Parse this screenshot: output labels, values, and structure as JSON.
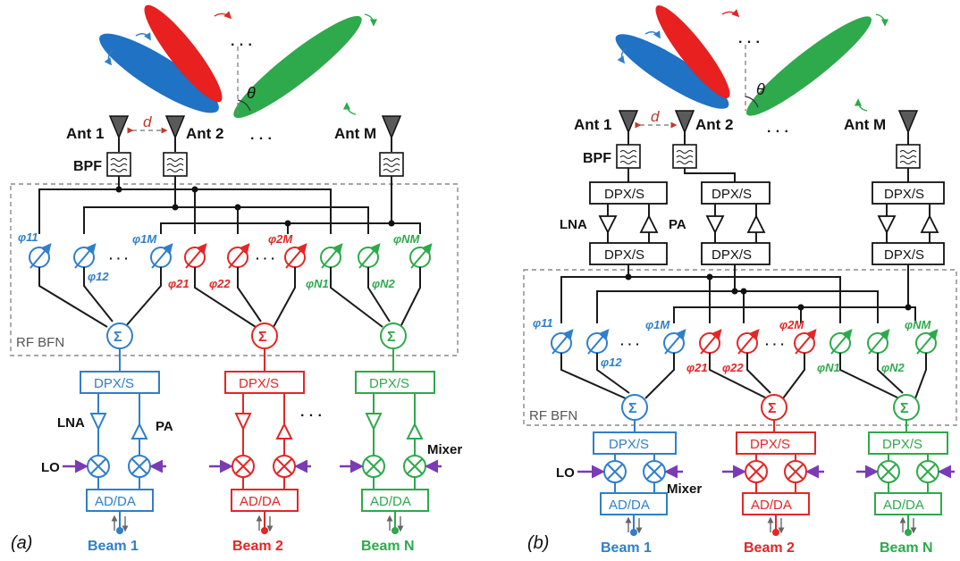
{
  "colors": {
    "blue": "#2f7fc9",
    "red": "#e32626",
    "green": "#2ea94c",
    "purple": "#7b3bb5",
    "wire": "#1a1a1a",
    "box_dash": "#888888",
    "antenna": "#555555"
  },
  "panels": [
    {
      "id": "a",
      "caption": "(a)",
      "antennas": {
        "ant1": "Ant 1",
        "ant2": "Ant 2",
        "antM": "Ant M"
      },
      "spacing_label": "d",
      "angle_label": "θ",
      "bpf_label": "BPF",
      "bfn_label": "RF BFN",
      "lna_label": "LNA",
      "pa_label": "PA",
      "lo_label": "LO",
      "mixer_label": "Mixer",
      "ellipsis": "· · ·",
      "phase_shifters": {
        "beam1": [
          "φ11",
          "φ12",
          "φ1M"
        ],
        "beam2": [
          "φ21",
          "φ22",
          "φ2M"
        ],
        "beamN": [
          "φN1",
          "φN2",
          "φNM"
        ]
      },
      "beams": [
        {
          "name": "Beam 1",
          "color_key": "blue",
          "dpx": "DPX/S",
          "adda": "AD/DA",
          "sum": "Σ"
        },
        {
          "name": "Beam 2",
          "color_key": "red",
          "dpx": "DPX/S",
          "adda": "AD/DA",
          "sum": "Σ"
        },
        {
          "name": "Beam N",
          "color_key": "green",
          "dpx": "DPX/S",
          "adda": "AD/DA",
          "sum": "Σ"
        }
      ]
    },
    {
      "id": "b",
      "caption": "(b)",
      "antennas": {
        "ant1": "Ant 1",
        "ant2": "Ant 2",
        "antM": "Ant M"
      },
      "spacing_label": "d",
      "angle_label": "θ",
      "bpf_label": "BPF",
      "bfn_label": "RF BFN",
      "lna_label": "LNA",
      "pa_label": "PA",
      "lo_label": "LO",
      "mixer_label": "Mixer",
      "ellipsis": "· · ·",
      "element_dpx": "DPX/S",
      "phase_shifters": {
        "beam1": [
          "φ11",
          "φ12",
          "φ1M"
        ],
        "beam2": [
          "φ21",
          "φ22",
          "φ2M"
        ],
        "beamN": [
          "φN1",
          "φN2",
          "φNM"
        ]
      },
      "beams": [
        {
          "name": "Beam 1",
          "color_key": "blue",
          "dpx": "DPX/S",
          "adda": "AD/DA",
          "sum": "Σ"
        },
        {
          "name": "Beam 2",
          "color_key": "red",
          "dpx": "DPX/S",
          "adda": "AD/DA",
          "sum": "Σ"
        },
        {
          "name": "Beam N",
          "color_key": "green",
          "dpx": "DPX/S",
          "adda": "AD/DA",
          "sum": "Σ"
        }
      ]
    }
  ]
}
